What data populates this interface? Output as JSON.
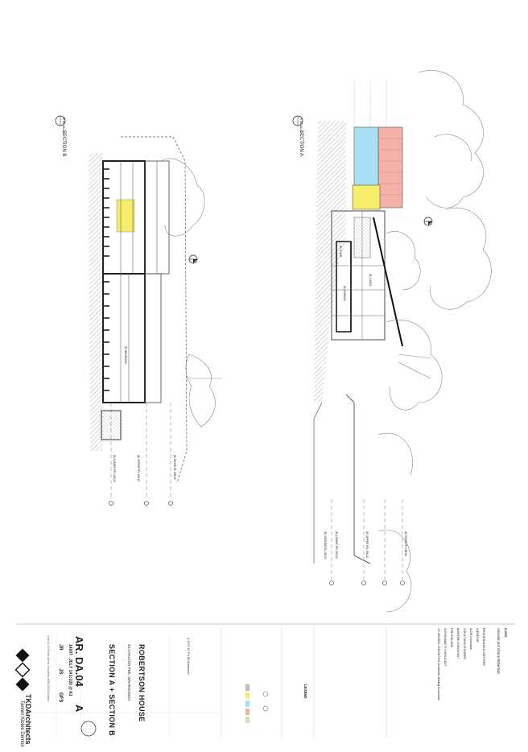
{
  "drawing": {
    "section_a": {
      "marker_id": "A",
      "marker_sheet": "AR-DA-04",
      "title": "SECTION A"
    },
    "section_b": {
      "marker_id": "B",
      "marker_sheet": "AR-DA-04",
      "title": "SECTION B"
    },
    "levels_a": [
      "(E) RIDGE RL 188.80",
      "(E) UPPER FFL 186.22",
      "(E) LOWER FFL 183.22",
      "(E) GROUND RL 180.97"
    ],
    "levels_b": [
      "(E) RIDGE RL 188.80",
      "(E) UPPER FFL 186.22",
      "(E) LOWER FFL 183.22"
    ],
    "room_labels": [
      "(E) GARAGE",
      "(E) STAIR",
      "(E) LIVING",
      "(E) BEDROOM"
    ]
  },
  "title_block": {
    "project": "ROBERTSON HOUSE",
    "address": "44 CHALTON PDE, WAHROONGA",
    "sheet_title": "SECTION A + SECTION B",
    "drawing_number": "AR. DA.04",
    "revision": "A",
    "project_no": "14007",
    "date": "JULY 14",
    "scale": "1:100 @ A1",
    "drawn": "JR",
    "checked": "JS",
    "approved": "GFS",
    "firm_name": "TKDArchitects",
    "firm_full": "Tanner Kibble Denton",
    "firm_address": "Level 1, 19 Foster Street, Surry Hills NSW 2010 Australia",
    "client_label": "CLIENT",
    "client": "Amanda and Shane Robertson",
    "consultants": [
      "PRIVATE BUILDING CERTIFIER",
      "SURVEYOR",
      "ACOR Consultants",
      "STRUCTURAL ENGINEER",
      "BUSHFIRE CONSULTANT",
      "FIRE RISK MGR",
      "SUSTAINABILITY CONSULTANT",
      "J.P. WASSELL CONSULTING Sustainable Building Consultants"
    ],
    "legend_label": "LEGEND",
    "revision_row": [
      "A",
      "10.07.14",
      "For DA Submission"
    ]
  },
  "legend_colors": {
    "yellow": "#f6ee6a",
    "blue": "#a9dff3",
    "red": "#f2b2a6",
    "grey": "#bdbdbd",
    "line": "#333333"
  }
}
